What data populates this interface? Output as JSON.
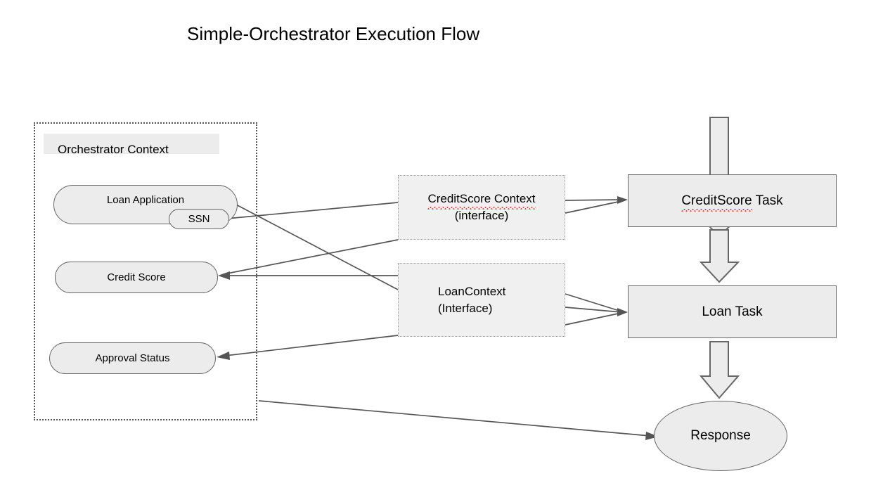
{
  "diagram": {
    "title": "Simple-Orchestrator Execution Flow",
    "background_color": "#ffffff",
    "node_fill": "#ececec",
    "node_stroke": "#666666",
    "edge_color": "#555555",
    "spellcheck_underline_color": "#e8443a"
  },
  "orchestrator": {
    "label": "Orchestrator Context",
    "items": [
      {
        "label": "Loan Application",
        "shape": "rounded-pill"
      },
      {
        "label": "SSN",
        "shape": "rounded-pill"
      },
      {
        "label": "Credit Score",
        "shape": "rounded-pill"
      },
      {
        "label": "Approval Status",
        "shape": "rounded-pill"
      }
    ]
  },
  "contexts": [
    {
      "name": "creditscore-context",
      "line1": "CreditScore Context",
      "line2": "(interface)",
      "misspelled": "CreditScore",
      "align": "center"
    },
    {
      "name": "loan-context",
      "line1": "LoanContext",
      "line2": "(Interface)",
      "misspelled": "",
      "align": "left"
    }
  ],
  "tasks": [
    {
      "name": "creditscore-task",
      "label": "CreditScore Task",
      "misspelled": "CreditScore"
    },
    {
      "name": "loan-task",
      "label": "Loan Task",
      "misspelled": ""
    }
  ],
  "response": {
    "label": "Response",
    "shape": "ellipse"
  },
  "flow": {
    "block_arrows": [
      {
        "name": "inbound-request-arrow",
        "from": "top-of-canvas",
        "to": "CreditScore Task"
      },
      {
        "name": "creditscore-to-loan-arrow",
        "from": "CreditScore Task",
        "to": "Loan Task"
      },
      {
        "name": "loan-to-response-arrow",
        "from": "Loan Task",
        "to": "Response"
      }
    ],
    "connections": [
      {
        "from": "Loan Application",
        "to": "LoanContext (Interface)"
      },
      {
        "from": "SSN",
        "to": "CreditScore Context (interface)"
      },
      {
        "from": "CreditScore Context (interface)",
        "to": "CreditScore Task"
      },
      {
        "from": "LoanContext (Interface)",
        "to": "CreditScore Task"
      },
      {
        "from": "LoanContext (Interface)",
        "to": "Credit Score"
      },
      {
        "from": "LoanContext (Interface)",
        "to": "Approval Status"
      },
      {
        "from": "LoanContext (Interface)",
        "to": "Loan Task"
      },
      {
        "from": "Orchestrator Context",
        "to": "Response"
      }
    ]
  }
}
